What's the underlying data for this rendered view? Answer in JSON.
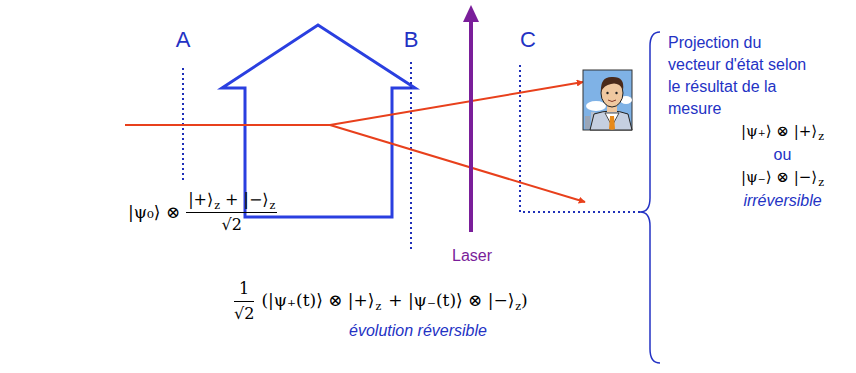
{
  "diagram": {
    "labels": [
      "A",
      "B",
      "C",
      "Laser",
      "Projection du vecteur d'état selon le résultat de la mesure",
      "|ψ₊⟩ ⊗ |+⟩",
      "z",
      "ou",
      "|ψ₋⟩ ⊗ |−⟩",
      "z",
      "irréversible",
      "|ψ₀⟩ ⊗",
      "|+⟩",
      "z",
      "+ |−⟩",
      "z",
      "√2",
      "1",
      "√2",
      "(|ψ₊(t)⟩ ⊗ |+⟩",
      "z",
      "+ |ψ₋(t)⟩ ⊗ |−⟩",
      "z",
      ")",
      "évolution réversible"
    ]
  }
}
